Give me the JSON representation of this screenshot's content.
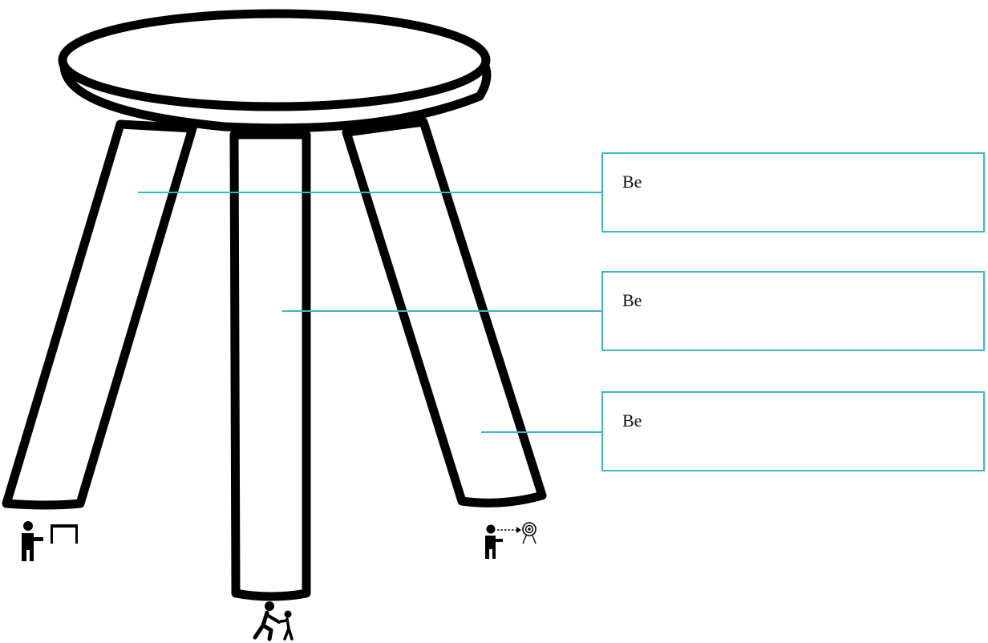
{
  "colors": {
    "outline": "#000000",
    "connector": "#3bb6c9",
    "box_border": "#3bb6c9"
  },
  "labels": [
    {
      "text": "Be"
    },
    {
      "text": "Be"
    },
    {
      "text": "Be"
    }
  ],
  "icons": {
    "left_leg": "person-doorway-icon",
    "middle_leg": "adult-helping-child-icon",
    "right_leg": "person-target-icon"
  }
}
